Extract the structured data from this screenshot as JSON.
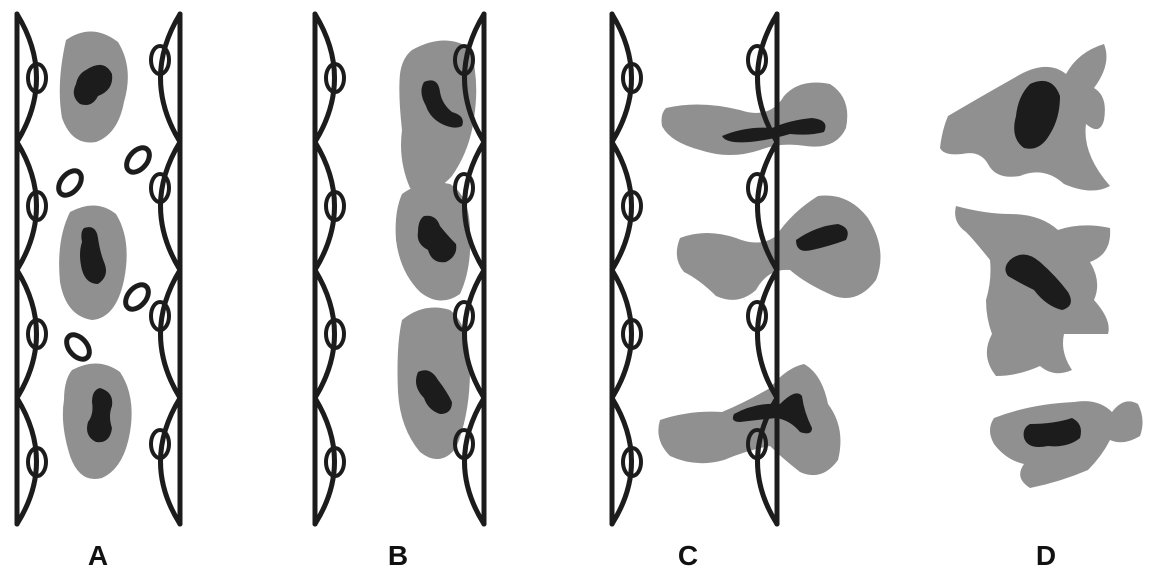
{
  "colors": {
    "vessel_wall": "#1c1c1c",
    "cytoplasm": "#909090",
    "nucleus": "#1c1c1c",
    "background": "#ffffff"
  },
  "panels": [
    {
      "label": "A"
    },
    {
      "label": "B"
    },
    {
      "label": "C"
    },
    {
      "label": "D"
    }
  ]
}
